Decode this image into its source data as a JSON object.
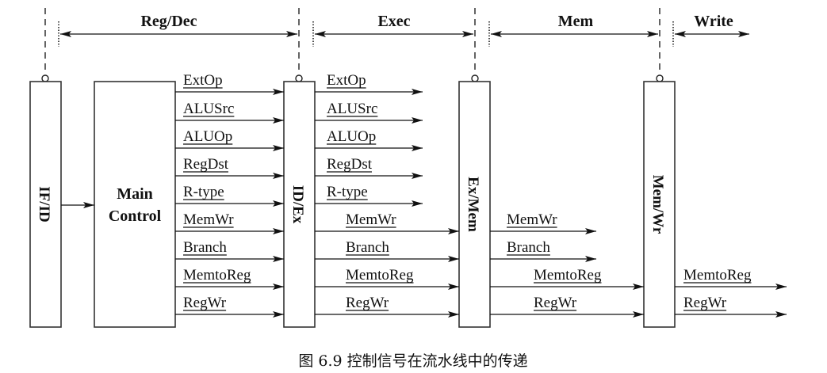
{
  "stages": [
    {
      "id": "regdec",
      "label": "Reg/Dec"
    },
    {
      "id": "exec",
      "label": "Exec"
    },
    {
      "id": "mem",
      "label": "Mem"
    },
    {
      "id": "write",
      "label": "Write"
    }
  ],
  "registers": [
    {
      "id": "ifid",
      "label": "IF/ID"
    },
    {
      "id": "idex",
      "label": "ID/Ex"
    },
    {
      "id": "exmem",
      "label": "Ex/Mem"
    },
    {
      "id": "memwr",
      "label": "Mem/Wr"
    }
  ],
  "main_control": {
    "line1": "Main",
    "line2": "Control"
  },
  "signals": {
    "control_out": [
      "ExtOp",
      "ALUSrc",
      "ALUOp",
      "RegDst",
      "R-type",
      "MemWr",
      "Branch",
      "MemtoReg",
      "RegWr"
    ],
    "idex_out": [
      "ExtOp",
      "ALUSrc",
      "ALUOp",
      "RegDst",
      "R-type",
      "MemWr",
      "Branch",
      "MemtoReg",
      "RegWr"
    ],
    "exmem_out": [
      "MemWr",
      "Branch",
      "MemtoReg",
      "RegWr"
    ],
    "memwr_out": [
      "MemtoReg",
      "RegWr"
    ]
  },
  "caption": "图 6.9   控制信号在流水线中的传递"
}
